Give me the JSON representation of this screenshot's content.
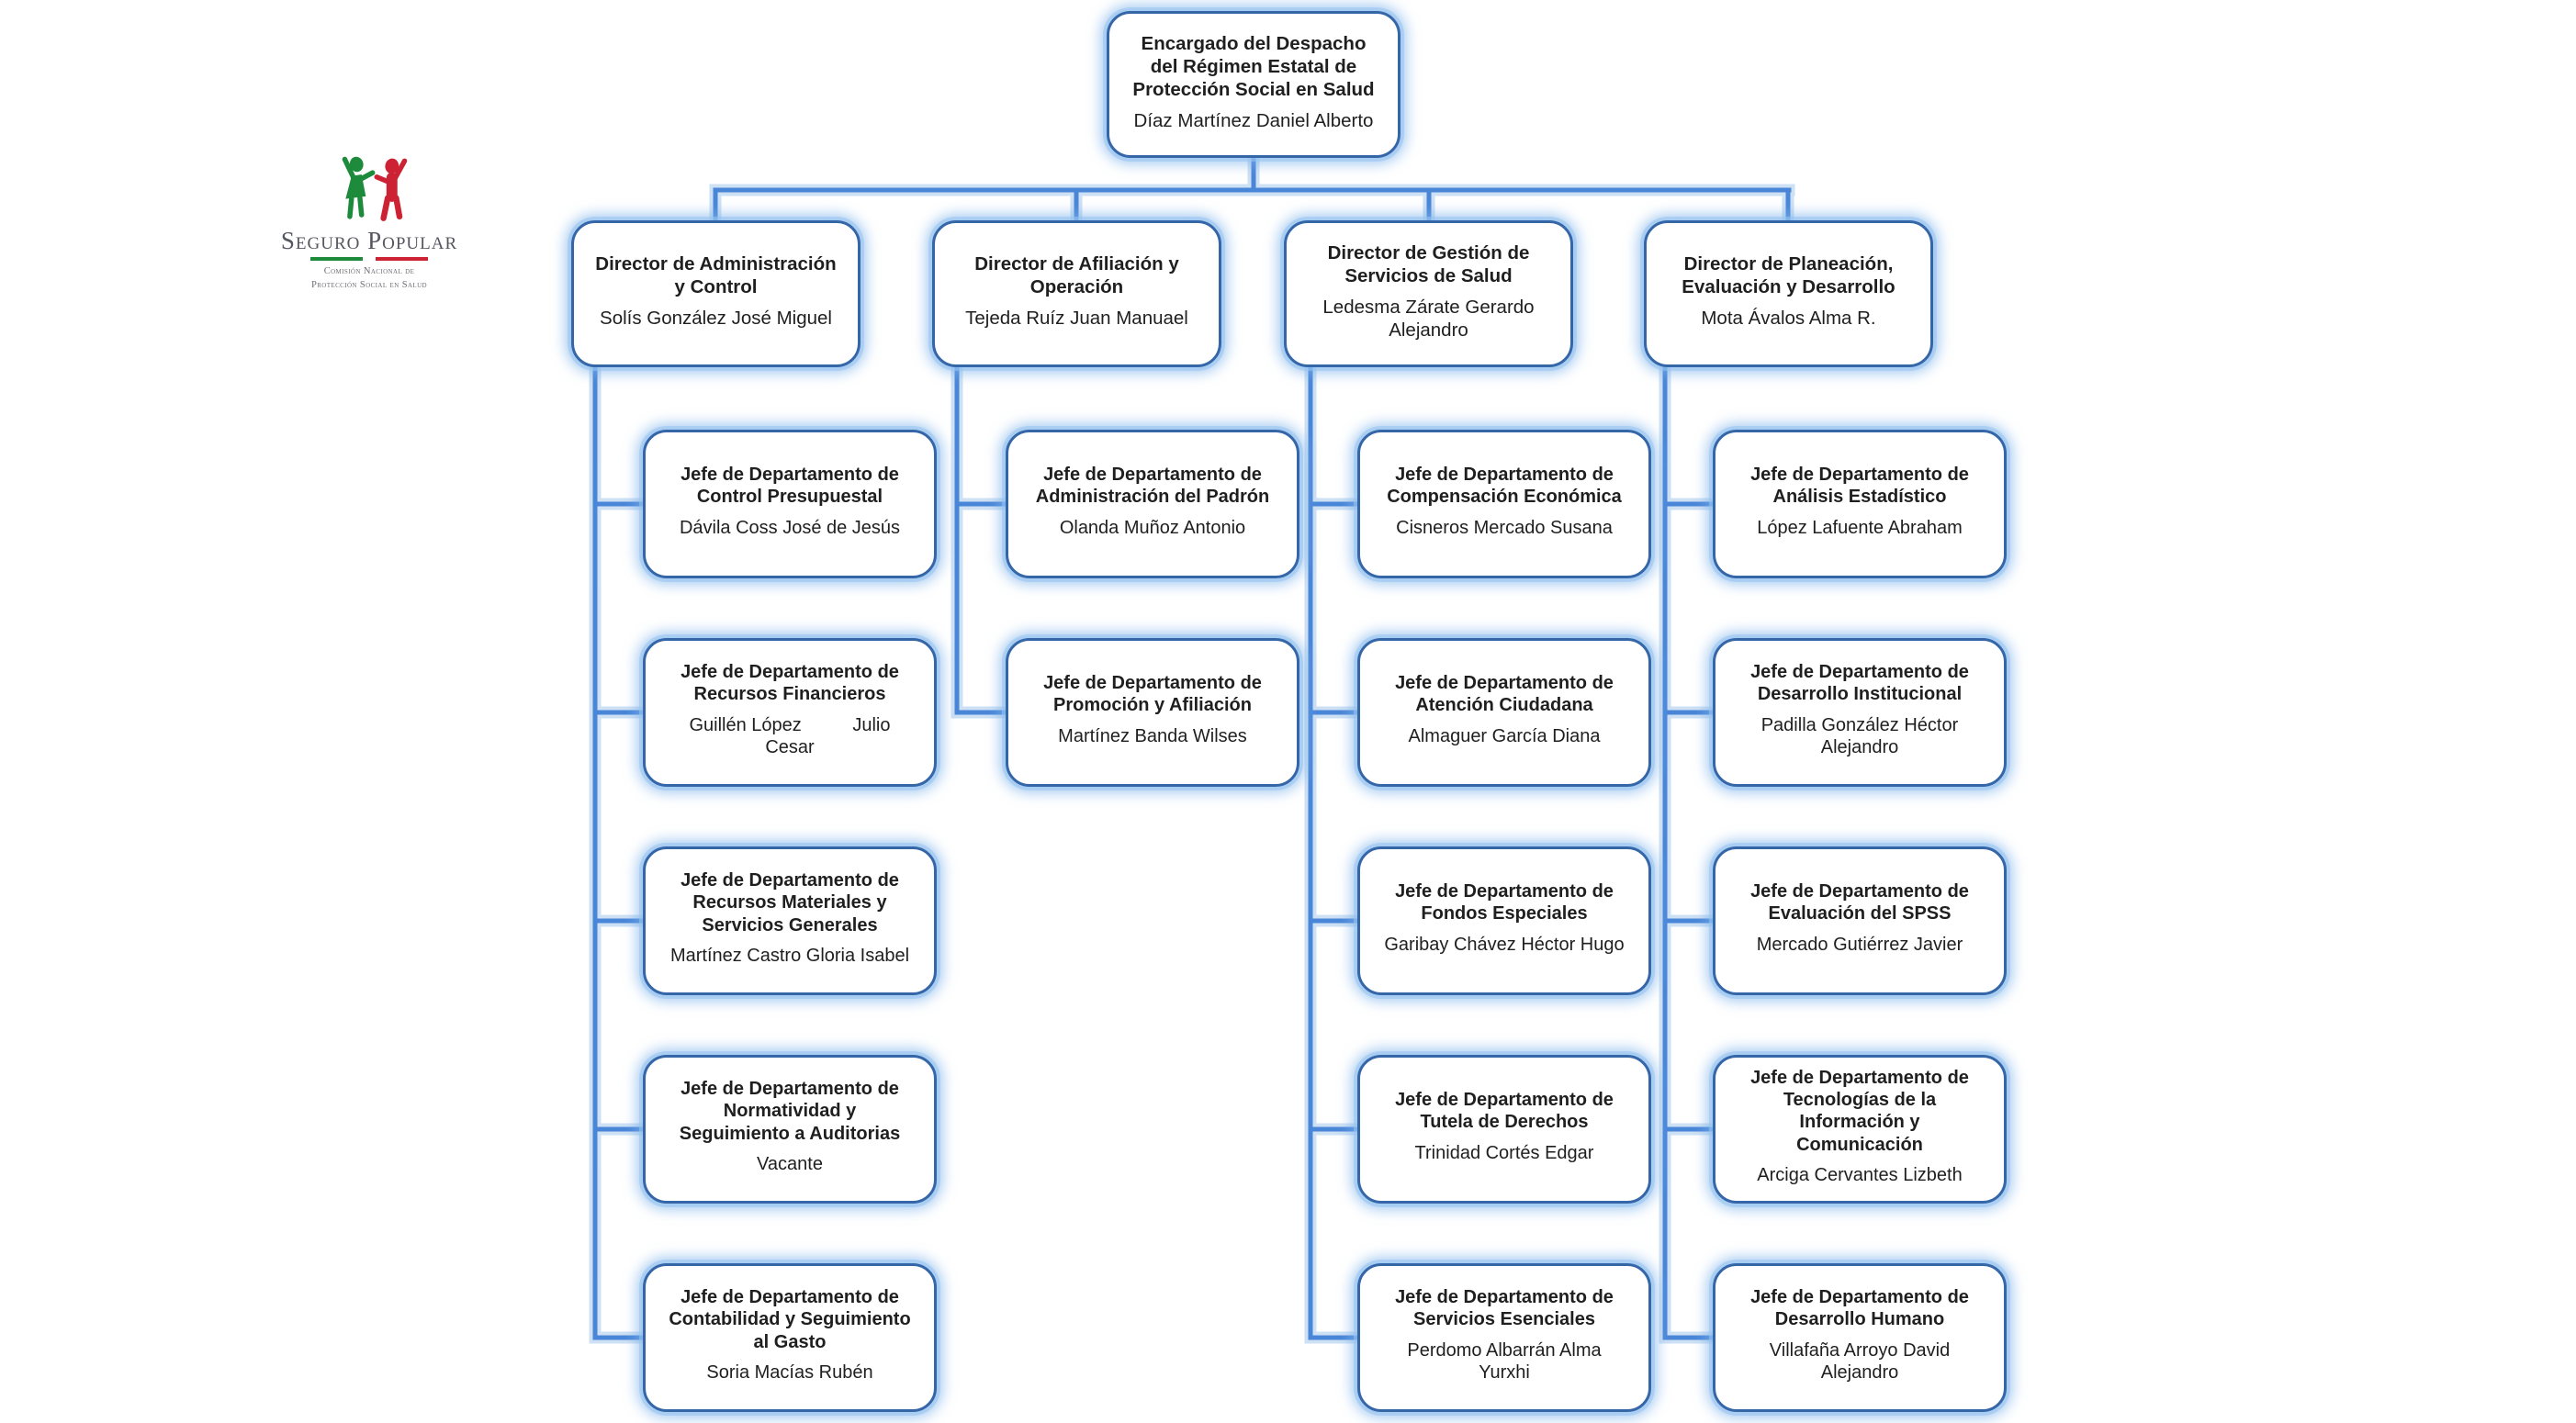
{
  "logo": {
    "brand": "Seguro Popular",
    "caption_line1": "Comisión Nacional de",
    "caption_line2": "Protección Social en Salud",
    "green": "#1d8a3c",
    "red": "#cc2233"
  },
  "colors": {
    "connector_core": "#4a86d8",
    "connector_halo": "#b9d4f0",
    "box_border": "#3566a8",
    "box_glow": "#98c4f0",
    "text": "#1f1f1f"
  },
  "org": {
    "root": {
      "title": "Encargado del Despacho del Régimen Estatal de Protección Social en Salud",
      "name": "Díaz Martínez Daniel Alberto"
    },
    "directors": [
      {
        "title": "Director de Administración y Control",
        "name": "Solís González José Miguel",
        "departments": [
          {
            "title": "Jefe de Departamento de Control Presupuestal",
            "name": "Dávila Coss José de Jesús"
          },
          {
            "title": "Jefe de Departamento de Recursos Financieros",
            "name": "Guillén López          Julio Cesar"
          },
          {
            "title": "Jefe de Departamento de Recursos Materiales y Servicios Generales",
            "name": "Martínez Castro Gloria Isabel"
          },
          {
            "title": "Jefe de Departamento de Normatividad y Seguimiento a Auditorias",
            "name": "Vacante"
          },
          {
            "title": "Jefe de Departamento de Contabilidad y Seguimiento al Gasto",
            "name": "Soria Macías Rubén"
          }
        ]
      },
      {
        "title": "Director de Afiliación y Operación",
        "name": "Tejeda Ruíz Juan Manuael",
        "departments": [
          {
            "title": "Jefe de Departamento de Administración del Padrón",
            "name": "Olanda Muñoz Antonio"
          },
          {
            "title": "Jefe de Departamento de Promoción y Afiliación",
            "name": "Martínez Banda Wilses"
          }
        ]
      },
      {
        "title": "Director de Gestión de Servicios de Salud",
        "name": "Ledesma Zárate Gerardo Alejandro",
        "departments": [
          {
            "title": "Jefe de Departamento de Compensación Económica",
            "name": "Cisneros Mercado Susana"
          },
          {
            "title": "Jefe de Departamento de Atención Ciudadana",
            "name": "Almaguer García Diana"
          },
          {
            "title": "Jefe de Departamento de Fondos Especiales",
            "name": "Garibay Chávez Héctor Hugo"
          },
          {
            "title": "Jefe de Departamento de Tutela de Derechos",
            "name": "Trinidad Cortés Edgar"
          },
          {
            "title": "Jefe de Departamento de Servicios Esenciales",
            "name": "Perdomo Albarrán Alma Yurxhi"
          }
        ]
      },
      {
        "title": "Director de Planeación, Evaluación y Desarrollo",
        "name": "Mota Ávalos Alma R.",
        "departments": [
          {
            "title": "Jefe de Departamento de Análisis Estadístico",
            "name": "López Lafuente Abraham"
          },
          {
            "title": "Jefe de Departamento de Desarrollo Institucional",
            "name": "Padilla González Héctor Alejandro"
          },
          {
            "title": "Jefe de Departamento de Evaluación del SPSS",
            "name": "Mercado Gutiérrez Javier"
          },
          {
            "title": "Jefe de Departamento de Tecnologías de la Información y Comunicación",
            "name": "Arciga Cervantes Lizbeth"
          },
          {
            "title": "Jefe de Departamento de Desarrollo Humano",
            "name": "Villafaña Arroyo David Alejandro"
          }
        ]
      }
    ]
  }
}
